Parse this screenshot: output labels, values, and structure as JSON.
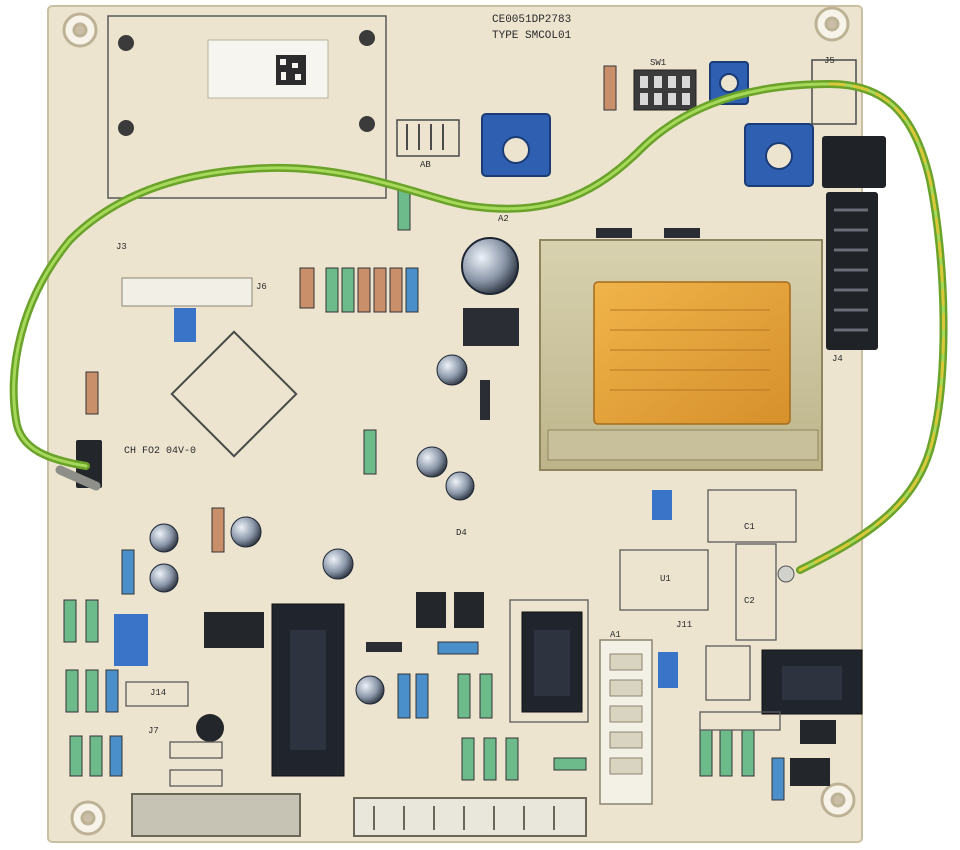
{
  "board": {
    "cert_code": "CE0051DP2783",
    "type_label": "TYPE SMCOL01",
    "marking": "CH FO2 04V-0",
    "ref_labels": {
      "j3": "J3",
      "ab": "AB",
      "sw1": "SW1",
      "j5": "J5",
      "a2": "A2",
      "d4": "D4",
      "c1": "C1",
      "c2": "C2",
      "j4": "J4",
      "j6": "J6",
      "j7": "J7",
      "j11": "J11",
      "j14": "J14",
      "a1": "A1",
      "u1": "U1"
    }
  },
  "colors": {
    "pcb": "#ece4cf",
    "silkscreen": "#4a4a4a",
    "ground_wire": "#8cc63f",
    "wire_stripe": "#d9c83a",
    "trimmer": "#2e5fb0",
    "transformer_tape": "#e3a63a",
    "relay": "#20242c"
  }
}
